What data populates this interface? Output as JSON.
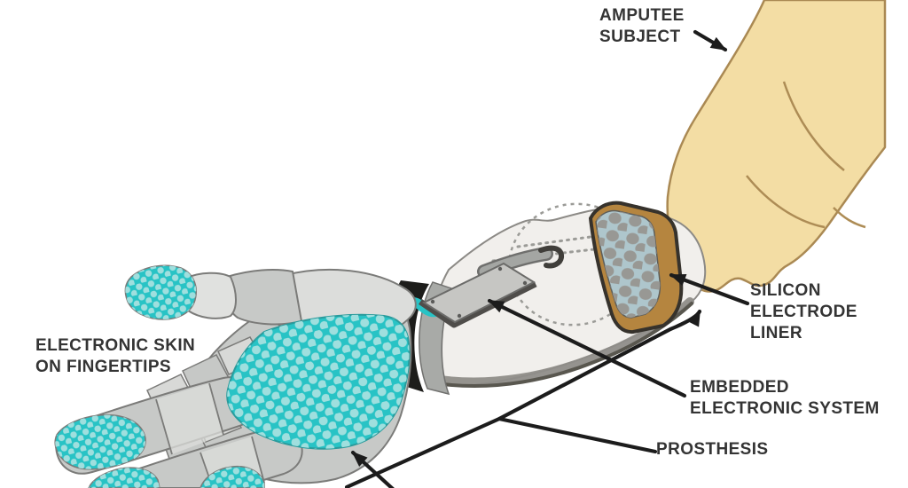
{
  "figure": {
    "labels": {
      "amputee_subject": {
        "line1": "AMPUTEE",
        "line2": "SUBJECT"
      },
      "electronic_skin_fingertips": {
        "line1": "ELECTRONIC SKIN",
        "line2": "ON FINGERTIPS"
      },
      "silicon_electrode_liner": {
        "line1": "SILICON",
        "line2": "ELECTRODE",
        "line3": "LINER"
      },
      "embedded_electronic_system": {
        "line1": "EMBEDDED",
        "line2": "ELECTRONIC SYSTEM"
      },
      "prosthesis": {
        "line1": "PROSTHESIS"
      }
    },
    "colors": {
      "background": "#ffffff",
      "skin": "#f3dda4",
      "skin_outline": "#aa8953",
      "skin_crease": "#ad8c55",
      "electronic_skin_teal": "#28c3c5",
      "teal_dot": "#9fdfde",
      "teal_outline": "#2a9b9c",
      "liner_pad": "#aec6cc",
      "liner_electrode": "#989894",
      "liner_strap_brown": "#b5853f",
      "liner_outline": "#36322c",
      "hand_gray": "#c7c9c7",
      "hand_gray_light": "#dcddda",
      "hand_outline": "#7b7b79",
      "prosthesis_body": "#f1efec",
      "prosthesis_outline": "#8c8a86",
      "prosthesis_shadow": "#8f8d89",
      "prosthesis_shadow_dark": "#59574f",
      "plate_gray": "#c6c6c3",
      "plate_edge_dark": "#4f4d4a",
      "strap_gray": "#a4a6a3",
      "wrist_band_black": "#1d1d1b",
      "wrist_band_gray": "#a8aaa7",
      "dashed_line": "#9b9b97",
      "arrow": "#1c1c1c",
      "label_text": "#343434"
    }
  }
}
